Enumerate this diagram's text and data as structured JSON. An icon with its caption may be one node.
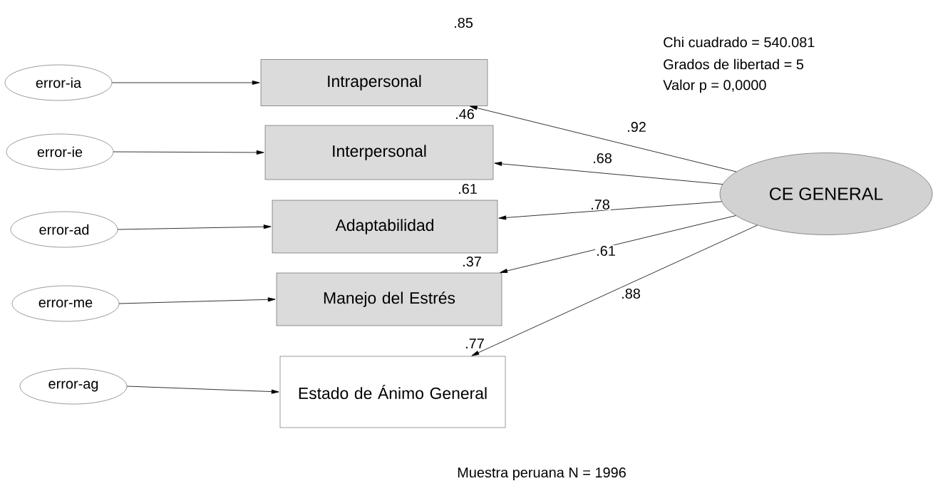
{
  "diagram": {
    "nodes": [
      {
        "text": [
          "error-ia"
        ]
      },
      {
        "text": [
          "Intrapersonal"
        ],
        "beside": [
          ".85"
        ]
      },
      {
        "text": [
          "error-ie"
        ]
      },
      {
        "text": [
          "Interpersonal"
        ],
        "beside": [
          ".46"
        ]
      },
      {
        "text": [
          "error-ad"
        ]
      },
      {
        "text": [
          "Adaptabilidad"
        ],
        "beside": [
          ".61"
        ]
      },
      {
        "text": [
          "error-me"
        ]
      },
      {
        "text": [
          "Manejo del Estrés"
        ],
        "beside": [
          ".37"
        ]
      },
      {
        "text": [
          "error-ag"
        ]
      },
      {
        "text": [
          "Estado de Ánimo General"
        ],
        "beside": [
          ".77"
        ]
      },
      {
        "text": [
          "CE GENERAL"
        ]
      }
    ],
    "edges": [
      {
        "from": 0,
        "to": 1,
        "arrow": "to"
      },
      {
        "from": 2,
        "to": 3,
        "arrow": "to"
      },
      {
        "from": 4,
        "to": 5,
        "arrow": "to"
      },
      {
        "from": 6,
        "to": 7,
        "arrow": "to"
      },
      {
        "from": 8,
        "to": 9,
        "arrow": "to"
      },
      {
        "from": 10,
        "to": 1,
        "arrow": "to",
        "label": ".92"
      },
      {
        "from": 10,
        "to": 3,
        "arrow": "to",
        "label": ".68"
      },
      {
        "from": 10,
        "to": 5,
        "arrow": "to",
        "label": ".78"
      },
      {
        "from": 10,
        "to": 7,
        "arrow": "to",
        "label": ".61"
      },
      {
        "from": 10,
        "to": 9,
        "arrow": "to",
        "label": ".88"
      }
    ],
    "labels": [
      "Chi cuadrado = 540.081",
      "Grados de libertad = 5",
      "Valor p = 0,0000",
      "Muestra peruana N = 1996"
    ]
  }
}
